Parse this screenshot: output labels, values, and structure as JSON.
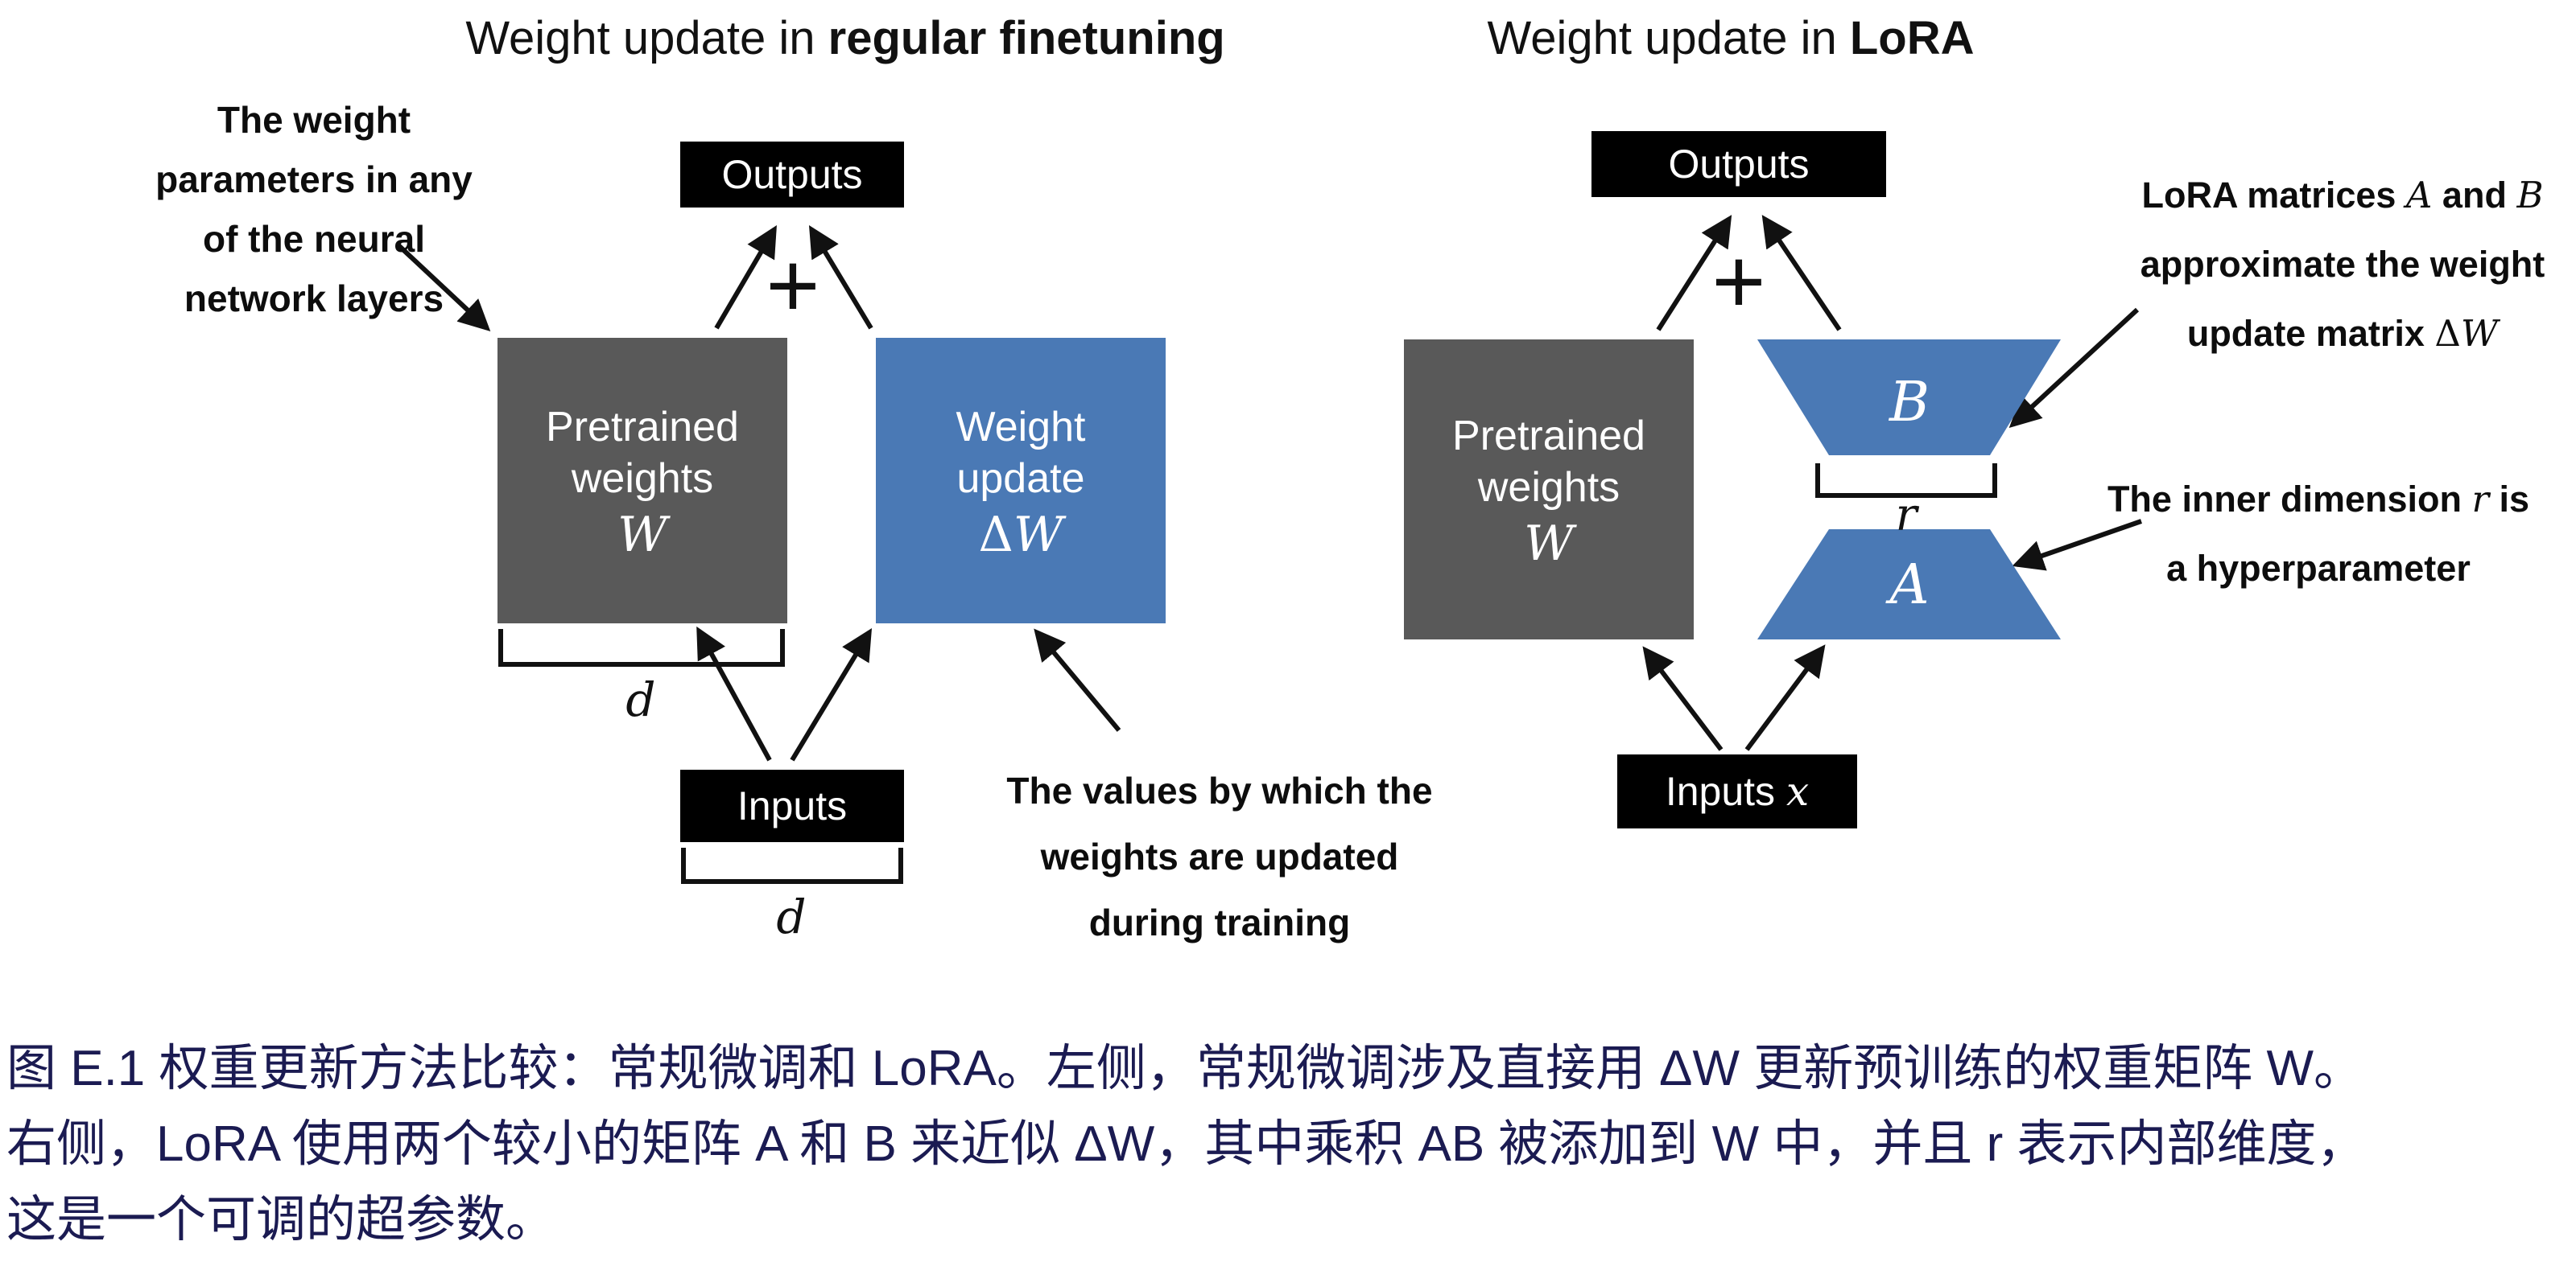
{
  "colors": {
    "box_gray": "#595959",
    "box_blue": "#4a79b5",
    "box_black": "#000000",
    "arrow": "#111111",
    "caption_text": "#1b1b52"
  },
  "left": {
    "title_prefix": "Weight update in ",
    "title_bold": "regular finetuning",
    "note_params": {
      "line1": "The weight",
      "line2": "parameters in any",
      "line3": "of the neural",
      "line4": "network layers"
    },
    "outputs_label": "Outputs",
    "plus_sign": "+",
    "pretrained": {
      "line1": "Pretrained",
      "line2": "weights",
      "symbol": "W"
    },
    "weight_update": {
      "line1": "Weight",
      "line2": "update",
      "delta": "Δ",
      "symbol": "W"
    },
    "width_label": "d",
    "inputs_label": "Inputs",
    "inputs_width_label": "d",
    "note_values": {
      "line1": "The values by which the",
      "line2": "weights are updated",
      "line3": "during training"
    }
  },
  "right": {
    "title_prefix": "Weight update in ",
    "title_bold": "LoRA",
    "outputs_label": "Outputs",
    "plus_sign": "+",
    "pretrained": {
      "line1": "Pretrained",
      "line2": "weights",
      "symbol": "W"
    },
    "matrix_b_label": "B",
    "rank_label": "r",
    "matrix_a_label": "A",
    "inputs_label": "Inputs ",
    "inputs_symbol": "x",
    "note_lora": {
      "l1_t1": "LoRA matrices ",
      "l1_i1": "A",
      "l1_t2": " and ",
      "l1_i2": "B",
      "line2": "approximate the weight",
      "l3_t1": "update matrix ",
      "l3_delta": "Δ",
      "l3_i1": "W"
    },
    "note_rank": {
      "l1_t1": "The inner dimension ",
      "l1_i1": "r",
      "l1_t2": " is",
      "line2": "a hyperparameter"
    }
  },
  "caption": {
    "line1": "图 E.1 权重更新方法比较：常规微调和 LoRA。左侧，常规微调涉及直接用 ΔW 更新预训练的权重矩阵 W。",
    "line2": "右侧，LoRA 使用两个较小的矩阵 A 和 B 来近似 ΔW，其中乘积 AB 被添加到 W 中，并且 r 表示内部维度，",
    "line3": "这是一个可调的超参数。"
  }
}
